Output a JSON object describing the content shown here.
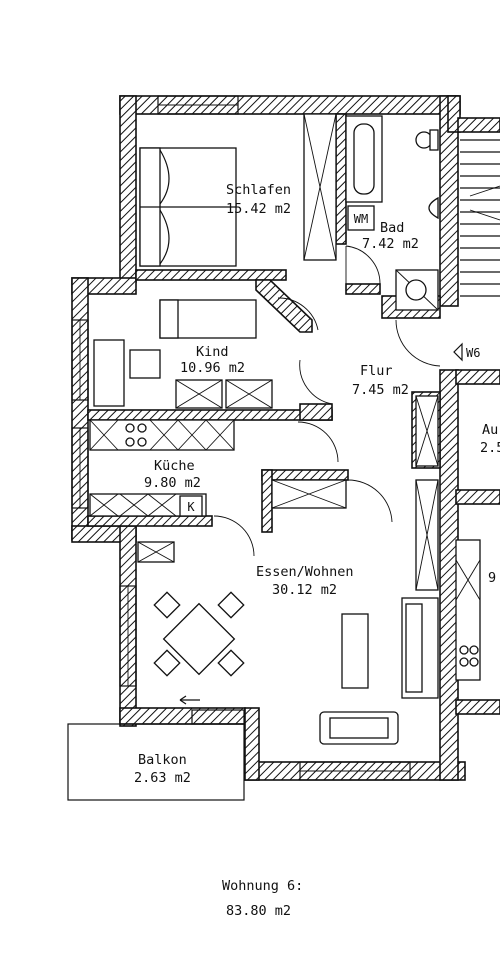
{
  "rooms": {
    "schlafen": {
      "name": "Schlafen",
      "area": "15.42 m2"
    },
    "bad": {
      "name": "Bad",
      "area": "7.42 m2"
    },
    "kind": {
      "name": "Kind",
      "area": "10.96 m2"
    },
    "flur": {
      "name": "Flur",
      "area": "7.45 m2"
    },
    "kueche": {
      "name": "Küche",
      "area": "9.80 m2"
    },
    "essen_wohnen": {
      "name": "Essen/Wohnen",
      "area": "30.12 m2"
    },
    "balkon": {
      "name": "Balkon",
      "area": "2.63 m2"
    },
    "neighbor_top": {
      "name": "Au",
      "area": "2.5"
    },
    "neighbor_bottom": {
      "name": "",
      "area": "9"
    }
  },
  "markers": {
    "washing_machine": "WM",
    "cooker": "K",
    "unit_pointer": "W6"
  },
  "footer": {
    "unit": "Wohnung 6:",
    "total_area": "83.80 m2"
  }
}
